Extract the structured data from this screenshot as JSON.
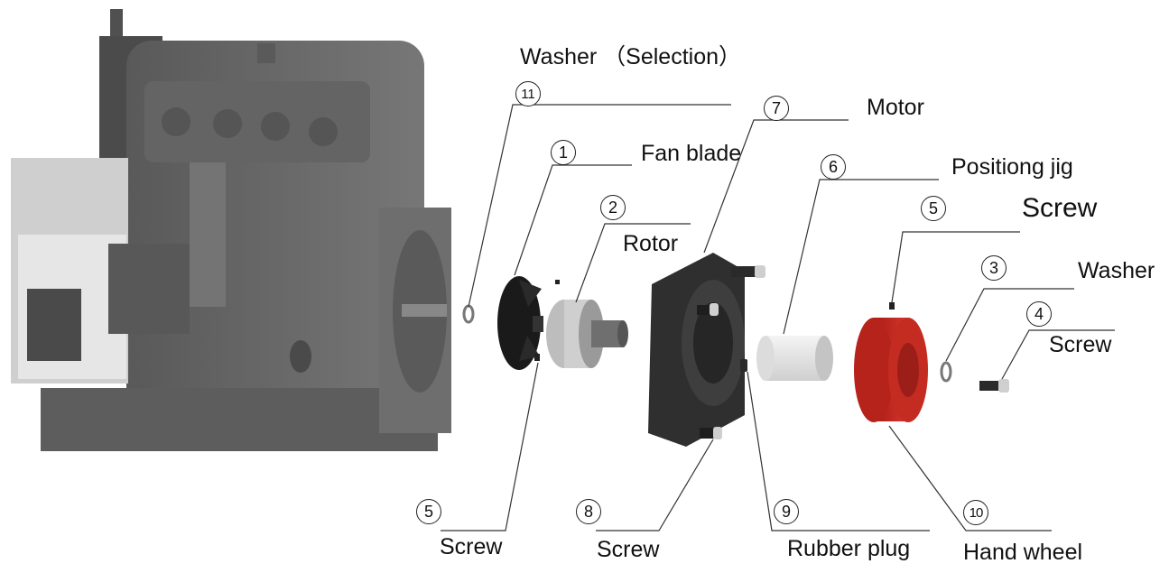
{
  "labels": {
    "washer_selection": "Washer （Selection）",
    "fan_blade": "Fan blade",
    "rotor": "Rotor",
    "motor": "Motor",
    "positioning_jig": "Positiong jig",
    "screw_top": "Screw",
    "washer": "Washer",
    "screw_right": "Screw",
    "screw_bottom_left": "Screw",
    "screw_bottom_mid": "Screw",
    "rubber_plug": "Rubber plug",
    "hand_wheel": "Hand wheel"
  },
  "numbers": {
    "n11": "11",
    "n1": "1",
    "n2": "2",
    "n7": "7",
    "n6": "6",
    "n5_top": "5",
    "n3": "3",
    "n4": "4",
    "n5_bottom": "5",
    "n8": "8",
    "n9": "9",
    "n10": "10"
  },
  "colors": {
    "machine_body": "#6b6b6b",
    "hand_wheel": "#c0281f",
    "fan_blade": "#1a1a1a",
    "jig": "#e6e6e6"
  }
}
